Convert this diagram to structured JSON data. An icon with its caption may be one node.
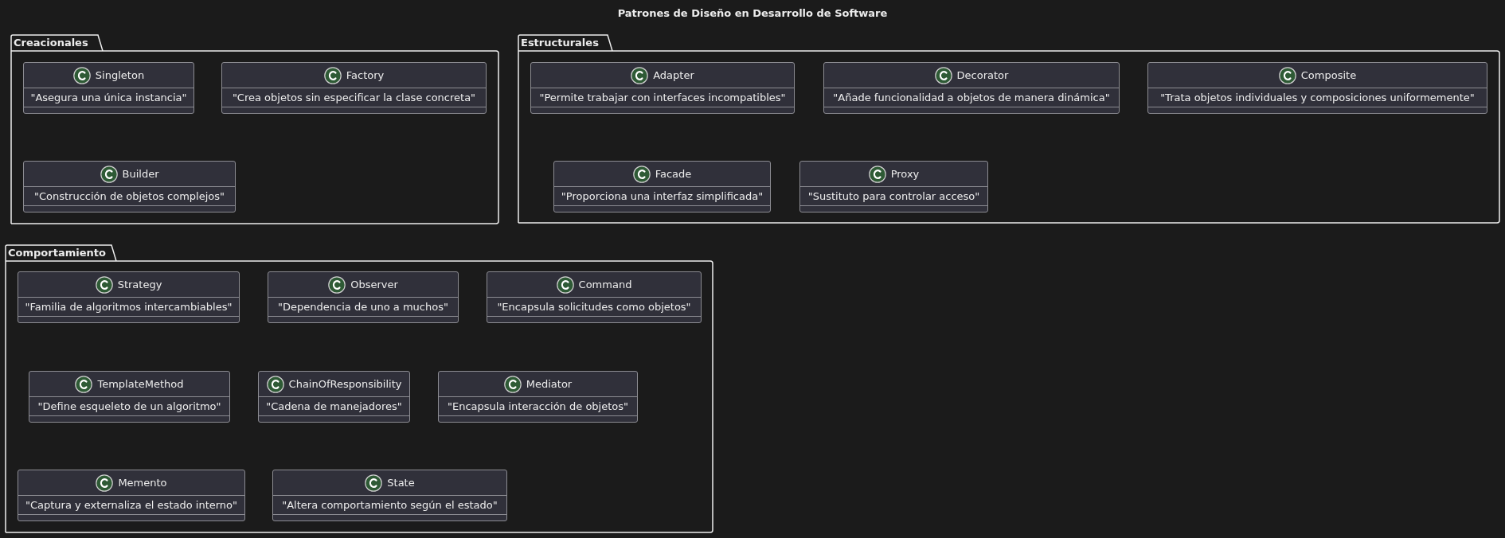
{
  "diagram": {
    "title": "Patrones de Diseño en Desarrollo de Software",
    "nodes": [
      {
        "text": [
          "Creacionales"
        ]
      },
      {
        "text": [
          "Singleton",
          "\"Asegura una única instancia\""
        ],
        "in": 0
      },
      {
        "text": [
          "Factory",
          "\"Crea objetos sin especificar la clase concreta\""
        ],
        "in": 0
      },
      {
        "text": [
          "Builder",
          "\"Construcción de objetos complejos\""
        ],
        "in": 0
      },
      {
        "text": [
          "Estructurales"
        ]
      },
      {
        "text": [
          "Adapter",
          "\"Permite trabajar con interfaces incompatibles\""
        ],
        "in": 4
      },
      {
        "text": [
          "Decorator",
          "\"Añade funcionalidad a objetos de manera dinámica\""
        ],
        "in": 4
      },
      {
        "text": [
          "Composite",
          "\"Trata objetos individuales y composiciones uniformemente\""
        ],
        "in": 4
      },
      {
        "text": [
          "Facade",
          "\"Proporciona una interfaz simplificada\""
        ],
        "in": 4
      },
      {
        "text": [
          "Proxy",
          "\"Sustituto para controlar acceso\""
        ],
        "in": 4
      },
      {
        "text": [
          "Comportamiento"
        ]
      },
      {
        "text": [
          "Strategy",
          "\"Familia de algoritmos intercambiables\""
        ],
        "in": 10
      },
      {
        "text": [
          "Observer",
          "\"Dependencia de uno a muchos\""
        ],
        "in": 10
      },
      {
        "text": [
          "Command",
          "\"Encapsula solicitudes como objetos\""
        ],
        "in": 10
      },
      {
        "text": [
          "TemplateMethod",
          "\"Define esqueleto de un algoritmo\""
        ],
        "in": 10
      },
      {
        "text": [
          "ChainOfResponsibility",
          "\"Cadena de manejadores\""
        ],
        "in": 10
      },
      {
        "text": [
          "Mediator",
          "\"Encapsula interacción de objetos\""
        ],
        "in": 10
      },
      {
        "text": [
          "Memento",
          "\"Captura y externaliza el estado interno\""
        ],
        "in": 10
      },
      {
        "text": [
          "State",
          "\"Altera comportamiento según el estado\""
        ],
        "in": 10
      }
    ]
  }
}
